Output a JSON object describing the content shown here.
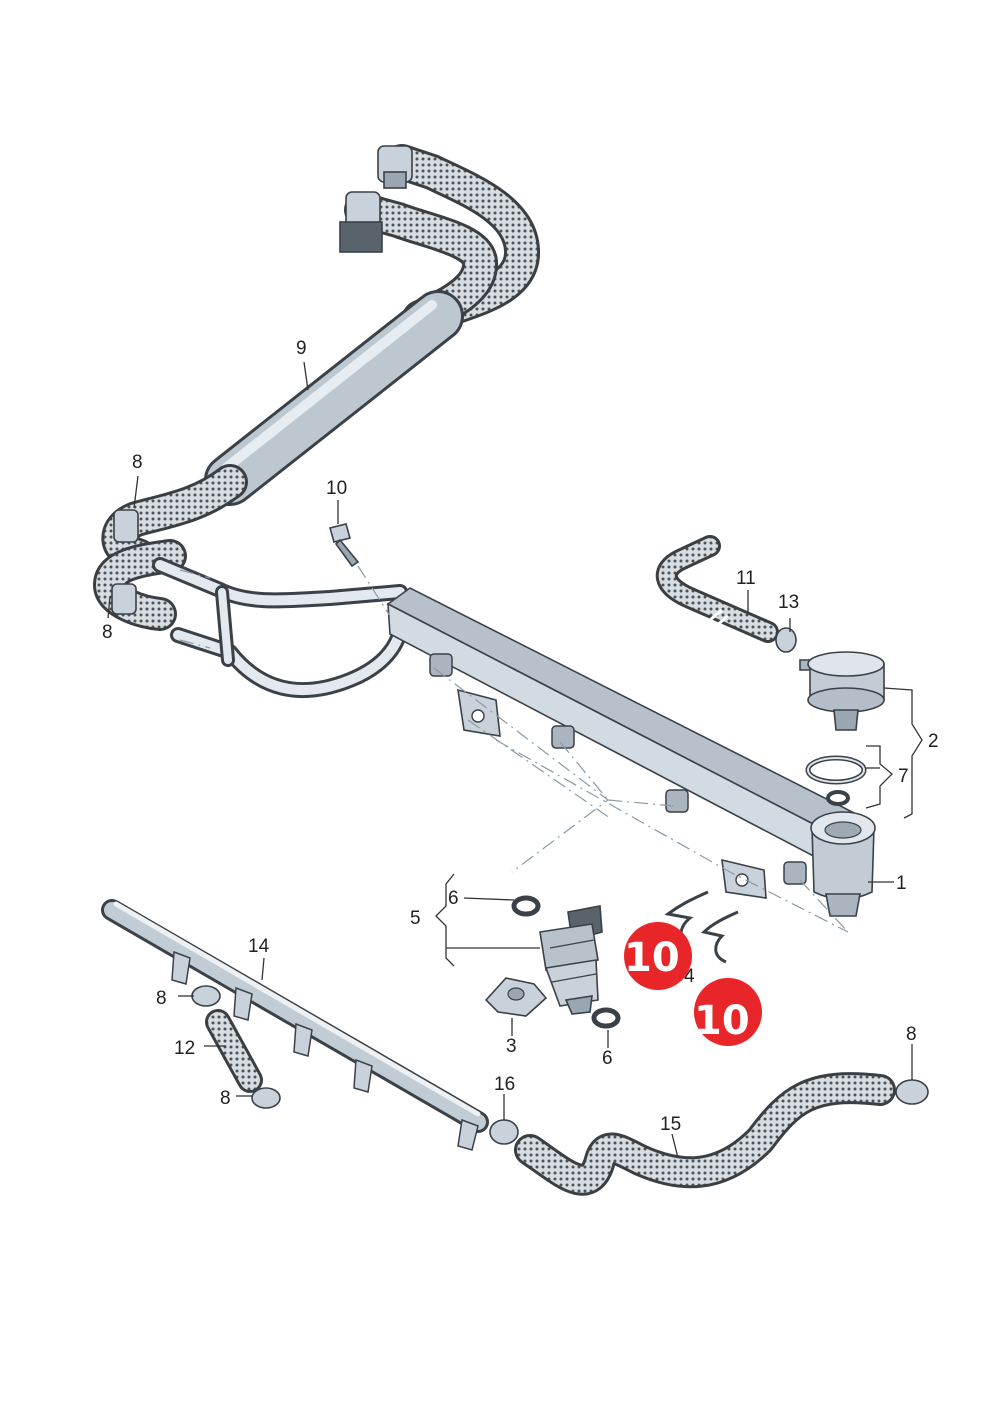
{
  "callouts": {
    "c1": "1",
    "c2": "2",
    "c3": "3",
    "c4": "4",
    "c5": "5",
    "c6a": "6",
    "c6b": "6",
    "c7": "7",
    "c8a": "8",
    "c8b": "8",
    "c8c": "8",
    "c8d": "8",
    "c8e": "8",
    "c9": "9",
    "c10": "10",
    "c11": "11",
    "c12": "12",
    "c13": "13",
    "c14": "14",
    "c15": "15",
    "c16": "16"
  },
  "badges": {
    "b1": "10",
    "b2": "10"
  },
  "colors": {
    "badge": "#e8262a",
    "hose": "#565c62",
    "part": "#c9d2da",
    "pipe": "#c2ccd5"
  }
}
